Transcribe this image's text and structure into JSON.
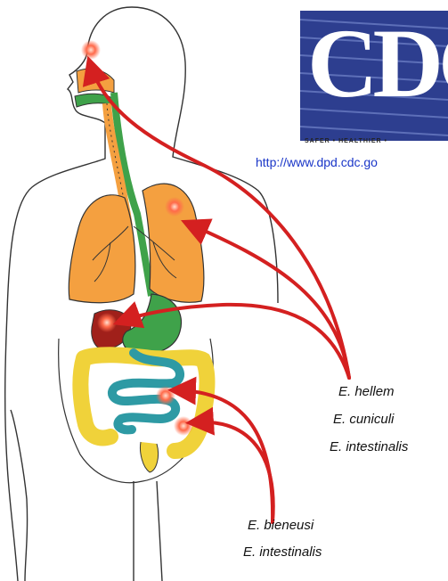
{
  "logo": {
    "text": "CDC",
    "tagline": "SAFER • HEALTHIER •",
    "url": "http://www.dpd.cdc.go"
  },
  "groups": [
    {
      "species": [
        "E. hellem",
        "E. cuniculi",
        "E. intestinalis"
      ]
    },
    {
      "species": [
        "E. bieneusi",
        "E. intestinalis"
      ]
    }
  ],
  "colors": {
    "arrow": "#d42020",
    "organ": "#f4a040",
    "stomach": "#3fa24a",
    "intestine_small": "#2e9aa4",
    "intestine_large": "#f0d23a",
    "liver": "#a0201a",
    "logo": "#2d3e8f",
    "url": "#1a36c8"
  }
}
